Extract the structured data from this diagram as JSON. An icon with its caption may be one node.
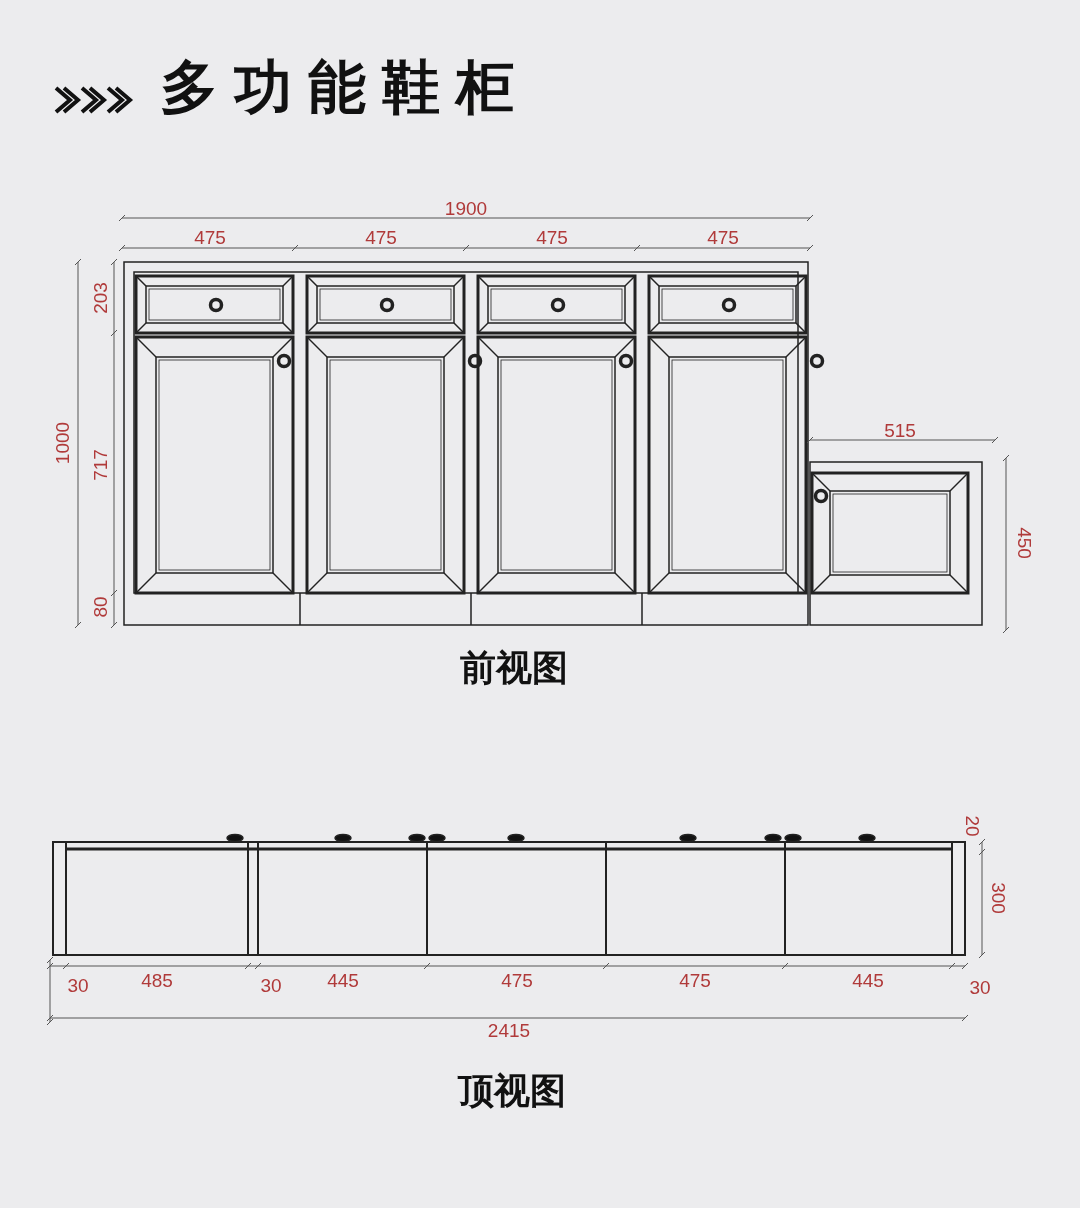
{
  "diagram": {
    "title": "多功能鞋柜",
    "labels": [
      "1900",
      "475",
      "475",
      "475",
      "475",
      "203",
      "1000",
      "717",
      "80",
      "515",
      "450",
      "前视图",
      "20",
      "300",
      "30",
      "485",
      "30",
      "445",
      "475",
      "475",
      "445",
      "30",
      "2415",
      "顶视图"
    ]
  }
}
